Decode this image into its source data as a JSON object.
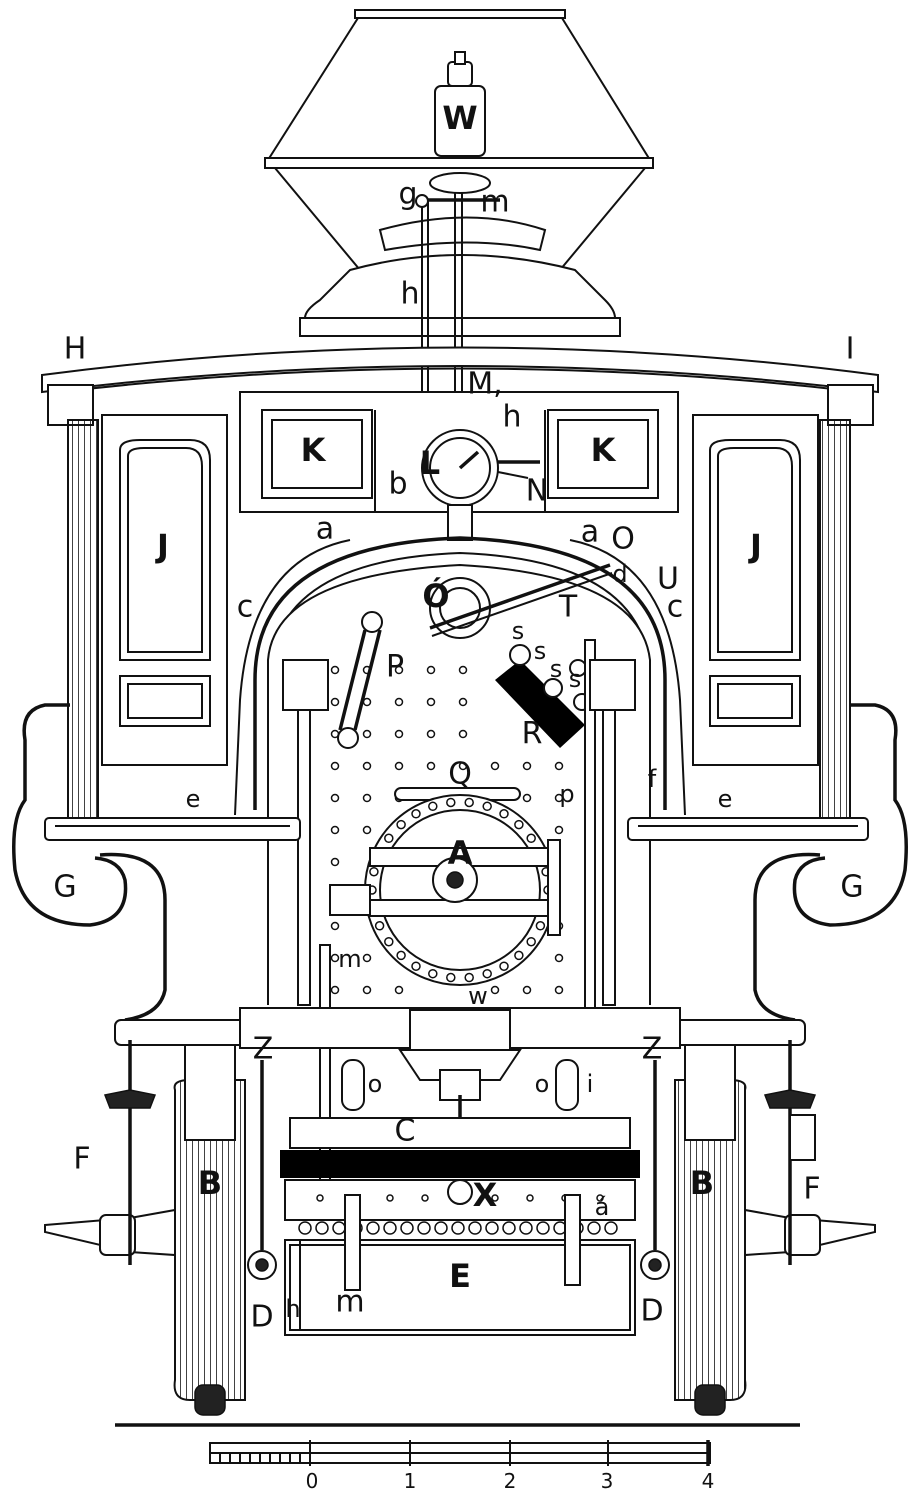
{
  "labels": {
    "W": "W",
    "g": "g",
    "m_top": "m",
    "h": "h",
    "H": "H",
    "I": "I",
    "M": "M,",
    "h2": "h",
    "K_left": "K",
    "K_right": "K",
    "L": "L",
    "N": "N",
    "b": "b",
    "J_left": "J",
    "J_right": "J",
    "a_left": "a",
    "a_right": "a",
    "O": "O",
    "d": "d",
    "U": "U",
    "c_left": "c",
    "c_right": "c",
    "O_prime": "Ó",
    "T": "T",
    "P": "P",
    "s1": "s",
    "s2": "s",
    "s3": "s",
    "s4": "s",
    "R": "R",
    "Q": "Q",
    "p": "p",
    "e_left": "e",
    "e_right": "e",
    "f": "f",
    "G_left": "G",
    "G_right": "G",
    "A": "A",
    "m_mid": "m",
    "w": "w",
    "Z_left": "Z",
    "Z_right": "Z",
    "o_left": "o",
    "o_right": "o",
    "i": "i",
    "C": "C",
    "F_left": "F",
    "F_right": "F",
    "B_left": "B",
    "B_right": "B",
    "X": "X",
    "a_prime": "á",
    "E": "E",
    "D_left": "D",
    "D_right": "D",
    "h_bottom": "h",
    "m_bottom": "m"
  },
  "scale": {
    "ticks": [
      "0",
      "1",
      "2",
      "3",
      "4"
    ]
  }
}
